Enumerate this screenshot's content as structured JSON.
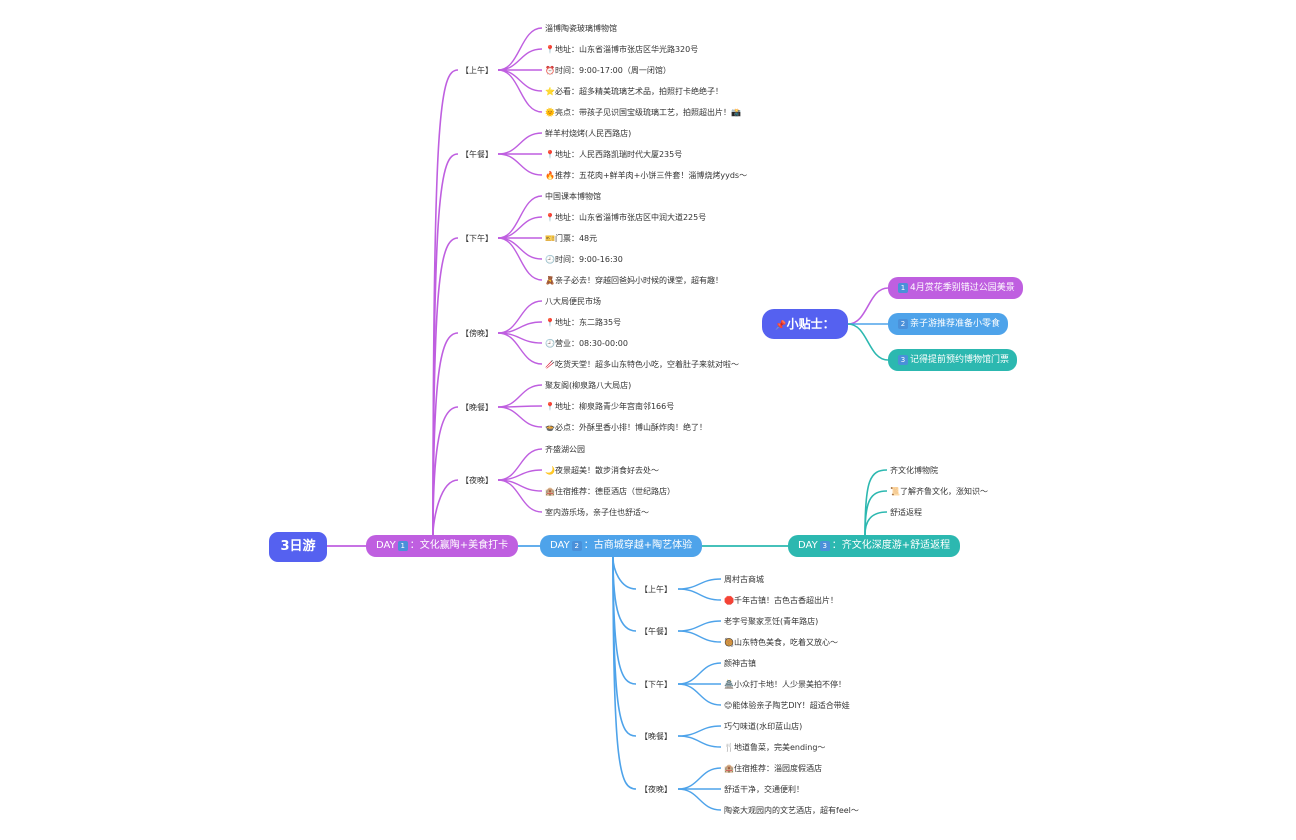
{
  "colors": {
    "root": "#5561f0",
    "day1": "#bf5fe0",
    "day2": "#4ea3ea",
    "day3": "#2cb8b0",
    "tips": "#5561f0",
    "tip1": "#bf5fe0",
    "tip2": "#4ea3ea",
    "tip3": "#2cb8b0"
  },
  "root": {
    "label": "3日游"
  },
  "days": [
    {
      "pre": "DAY",
      "num": "1",
      "label": "：文化赢陶+美食打卡",
      "periods": [
        {
          "label": "【上午】",
          "items": [
            "淄博陶瓷玻璃博物馆",
            "📍地址：山东省淄博市张店区华光路320号",
            "⏰时间：9:00-17:00（周一闭馆）",
            "⭐必看：超多精美琉璃艺术品，拍照打卡绝绝子！",
            "🌞亮点：带孩子见识国宝级琉璃工艺，拍照超出片！📸"
          ]
        },
        {
          "label": "【午餐】",
          "items": [
            "鲜羊村烧烤(人民西路店)",
            "📍地址：人民西路凯瑞时代大厦235号",
            "🔥推荐：五花肉+鲜羊肉+小饼三件套！淄博烧烤yyds～"
          ]
        },
        {
          "label": "【下午】",
          "items": [
            "中国课本博物馆",
            "📍地址：山东省淄博市张店区中润大道225号",
            "🎫门票：48元",
            "🕘时间：9:00-16:30",
            "🧸亲子必去！穿越回爸妈小时候的课堂，超有趣！"
          ]
        },
        {
          "label": "【傍晚】",
          "items": [
            "八大局便民市场",
            "📍地址：东二路35号",
            "🕘营业：08:30-00:00",
            "🥢吃货天堂！超多山东特色小吃，空着肚子来就对啦～"
          ]
        },
        {
          "label": "【晚餐】",
          "items": [
            "聚友阁(柳泉路八大局店)",
            "📍地址：柳泉路青少年宫南邻166号",
            "🍲必点：外酥里香小排！博山酥炸肉！绝了！"
          ]
        },
        {
          "label": "【夜晚】",
          "items": [
            "齐盛湖公园",
            "🌙夜景超美！散步消食好去处～",
            "🏨住宿推荐：德臣酒店（世纪路店）",
            "室内游乐场，亲子住也舒适～"
          ]
        }
      ]
    },
    {
      "pre": "DAY",
      "num": "2",
      "label": "：古商城穿越+陶艺体验",
      "periods": [
        {
          "label": "【上午】",
          "items": [
            "周村古商城",
            "🛑千年古镇！古色古香超出片！"
          ]
        },
        {
          "label": "【午餐】",
          "items": [
            "老字号聚家烹饪(青年路店)",
            "🥘山东特色美食，吃着又放心～"
          ]
        },
        {
          "label": "【下午】",
          "items": [
            "颜神古镇",
            "🏯小众打卡地！人少景美拍不停！",
            "😊能体验亲子陶艺DIY！超适合带娃"
          ]
        },
        {
          "label": "【晚餐】",
          "items": [
            "巧勺味道(水印蓝山店)",
            "🍴地道鲁菜，完美ending～"
          ]
        },
        {
          "label": "【夜晚】",
          "items": [
            "🏨住宿推荐：淄园度假酒店",
            "舒适干净，交通便利！",
            "陶瓷大观园内的文艺酒店，超有feel～"
          ]
        }
      ]
    },
    {
      "pre": "DAY",
      "num": "3",
      "label": "：齐文化深度游+舒适返程",
      "items": [
        "齐文化博物院",
        "📜了解齐鲁文化，涨知识～",
        "舒适返程"
      ]
    }
  ],
  "tips": {
    "label": "小贴士：",
    "items": [
      {
        "num": "1",
        "text": "4月赏花季别错过公园美景"
      },
      {
        "num": "2",
        "text": "亲子游推荐准备小零食"
      },
      {
        "num": "3",
        "text": "记得提前预约博物馆门票"
      }
    ]
  }
}
